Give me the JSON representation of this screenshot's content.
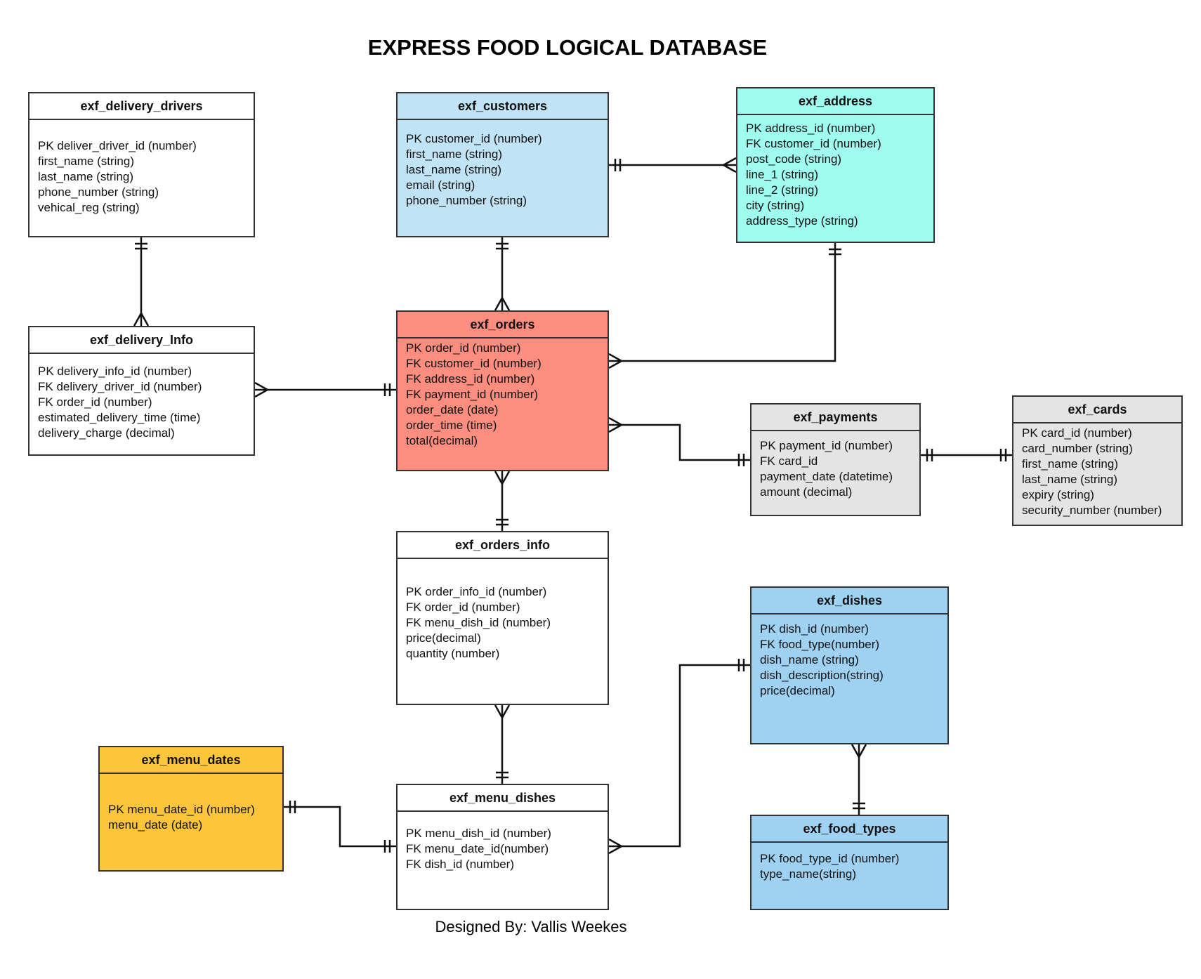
{
  "title": "EXPRESS FOOD LOGICAL DATABASE",
  "footer": "Designed By: Vallis Weekes",
  "colors": {
    "drivers": "#fddba9",
    "customers": "#c1e3f6",
    "address": "#a0fcef",
    "orders": "#fc8d7f",
    "payments": "#e4e4e4",
    "cards": "#e4e4e4",
    "dishes": "#9fd1f2",
    "menu_dates": "#fcc53c",
    "food_types": "#9fd1f2"
  },
  "entities": {
    "delivery_drivers": {
      "name": "exf_delivery_drivers",
      "fields": [
        "PK deliver_driver_id (number)",
        "first_name (string)",
        "last_name (string)",
        "phone_number (string)",
        "vehical_reg (string)"
      ]
    },
    "customers": {
      "name": "exf_customers",
      "fields": [
        "PK customer_id (number)",
        "first_name (string)",
        "last_name (string)",
        "email (string)",
        "phone_number (string)"
      ]
    },
    "address": {
      "name": "exf_address",
      "fields": [
        "PK address_id (number)",
        "FK customer_id (number)",
        "post_code (string)",
        "line_1 (string)",
        "line_2 (string)",
        "city (string)",
        "address_type (string)"
      ]
    },
    "delivery_info": {
      "name": "exf_delivery_Info",
      "fields": [
        "PK delivery_info_id (number)",
        "FK delivery_driver_id (number)",
        "FK order_id (number)",
        "estimated_delivery_time (time)",
        "delivery_charge (decimal)"
      ]
    },
    "orders": {
      "name": "exf_orders",
      "fields": [
        "PK order_id (number)",
        "FK customer_id (number)",
        "FK address_id (number)",
        "FK payment_id (number)",
        "order_date (date)",
        "order_time (time)",
        "total(decimal)"
      ]
    },
    "payments": {
      "name": "exf_payments",
      "fields": [
        "PK payment_id (number)",
        "FK card_id",
        "payment_date (datetime)",
        "amount (decimal)"
      ]
    },
    "cards": {
      "name": "exf_cards",
      "fields": [
        "PK card_id (number)",
        "card_number (string)",
        "first_name (string)",
        "last_name (string)",
        "expiry (string)",
        "security_number (number)"
      ]
    },
    "orders_info": {
      "name": "exf_orders_info",
      "fields": [
        "PK order_info_id (number)",
        "FK order_id (number)",
        "FK menu_dish_id (number)",
        "price(decimal)",
        "quantity (number)"
      ]
    },
    "dishes": {
      "name": "exf_dishes",
      "fields": [
        "PK dish_id (number)",
        "FK food_type(number)",
        "dish_name (string)",
        "dish_description(string)",
        "price(decimal)"
      ]
    },
    "menu_dates": {
      "name": "exf_menu_dates",
      "fields": [
        "PK menu_date_id (number)",
        "menu_date (date)"
      ]
    },
    "menu_dishes": {
      "name": "exf_menu_dishes",
      "fields": [
        "PK menu_dish_id (number)",
        "FK menu_date_id(number)",
        "FK dish_id (number)"
      ]
    },
    "food_types": {
      "name": "exf_food_types",
      "fields": [
        "PK food_type_id (number)",
        "type_name(string)"
      ]
    }
  },
  "relationships": [
    {
      "from": "exf_customers",
      "to": "exf_address",
      "cardinality": "one-to-many"
    },
    {
      "from": "exf_customers",
      "to": "exf_orders",
      "cardinality": "one-to-many"
    },
    {
      "from": "exf_address",
      "to": "exf_orders",
      "cardinality": "one-to-many"
    },
    {
      "from": "exf_delivery_drivers",
      "to": "exf_delivery_Info",
      "cardinality": "one-to-many"
    },
    {
      "from": "exf_orders",
      "to": "exf_delivery_Info",
      "cardinality": "one-to-many"
    },
    {
      "from": "exf_payments",
      "to": "exf_orders",
      "cardinality": "one-to-many"
    },
    {
      "from": "exf_cards",
      "to": "exf_payments",
      "cardinality": "one-to-one"
    },
    {
      "from": "exf_orders_info",
      "to": "exf_orders",
      "cardinality": "one-to-many"
    },
    {
      "from": "exf_menu_dishes",
      "to": "exf_orders_info",
      "cardinality": "one-to-many"
    },
    {
      "from": "exf_menu_dates",
      "to": "exf_menu_dishes",
      "cardinality": "one-to-one"
    },
    {
      "from": "exf_dishes",
      "to": "exf_menu_dishes",
      "cardinality": "one-to-many"
    },
    {
      "from": "exf_food_types",
      "to": "exf_dishes",
      "cardinality": "one-to-many"
    }
  ]
}
